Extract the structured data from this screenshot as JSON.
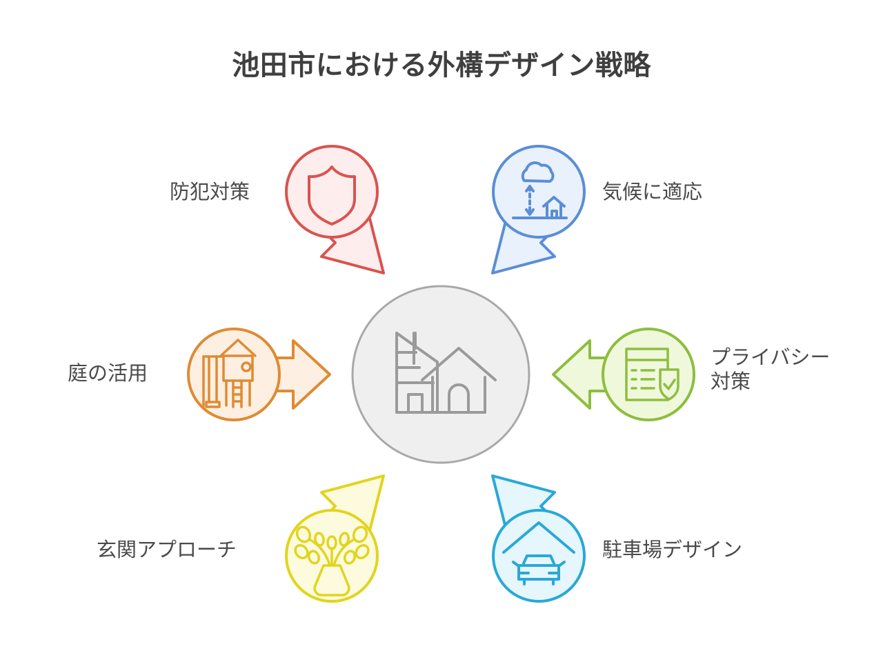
{
  "header": {
    "title": "池田市における外構デザイン戦略"
  },
  "diagram": {
    "type": "radial-hub-and-spoke",
    "center": {
      "icon": "buildings-house-icon",
      "stroke_color": "#a8a8a8",
      "fill_color": "#efefef"
    },
    "nodes": [
      {
        "id": "crime-prevention",
        "label": "防犯対策",
        "icon": "shield-icon",
        "stroke_color": "#d9534f",
        "fill_color": "#fdeded",
        "arrow_direction": "down-right",
        "label_position": "left"
      },
      {
        "id": "climate-adaptation",
        "label": "気候に適応",
        "icon": "cloud-house-arrow-icon",
        "stroke_color": "#5a8ed6",
        "fill_color": "#e9f1fc",
        "arrow_direction": "down-left",
        "label_position": "right"
      },
      {
        "id": "garden-use",
        "label": "庭の活用",
        "icon": "playhouse-swing-icon",
        "stroke_color": "#e08a33",
        "fill_color": "#fdf0e2",
        "arrow_direction": "right",
        "label_position": "left"
      },
      {
        "id": "privacy-measures",
        "label": "プライバシー\n対策",
        "icon": "document-shield-check-icon",
        "stroke_color": "#8cbe3f",
        "fill_color": "#f0f8dc",
        "arrow_direction": "left",
        "label_position": "right"
      },
      {
        "id": "entrance-approach",
        "label": "玄関アプローチ",
        "icon": "plant-vase-icon",
        "stroke_color": "#e2d41e",
        "fill_color": "#fcfbdd",
        "arrow_direction": "up-right",
        "label_position": "left"
      },
      {
        "id": "parking-design",
        "label": "駐車場デザイン",
        "icon": "carport-car-icon",
        "stroke_color": "#29a8d8",
        "fill_color": "#e5f6fc",
        "arrow_direction": "up-left",
        "label_position": "right"
      }
    ]
  },
  "colors": {
    "background": "#ffffff",
    "title_text": "#3f3f3f",
    "label_text": "#4a4a4a"
  }
}
